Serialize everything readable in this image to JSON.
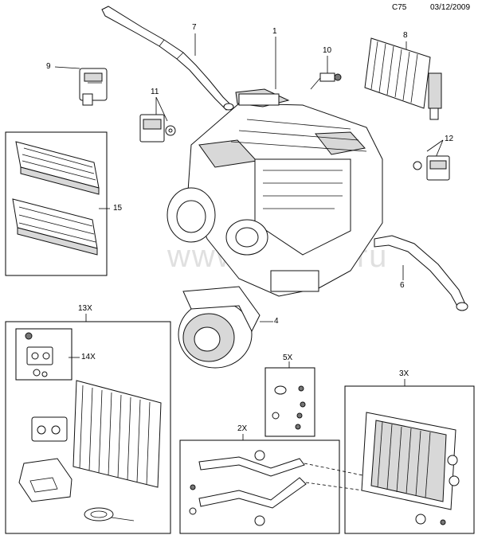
{
  "header": {
    "code": "C75",
    "date": "03/12/2009"
  },
  "watermark": "www.gmsru.ru",
  "callouts": [
    "1",
    "2X",
    "3X",
    "4",
    "5X",
    "6",
    "7",
    "8",
    "9",
    "10",
    "11",
    "12",
    "13X",
    "14X",
    "15"
  ]
}
